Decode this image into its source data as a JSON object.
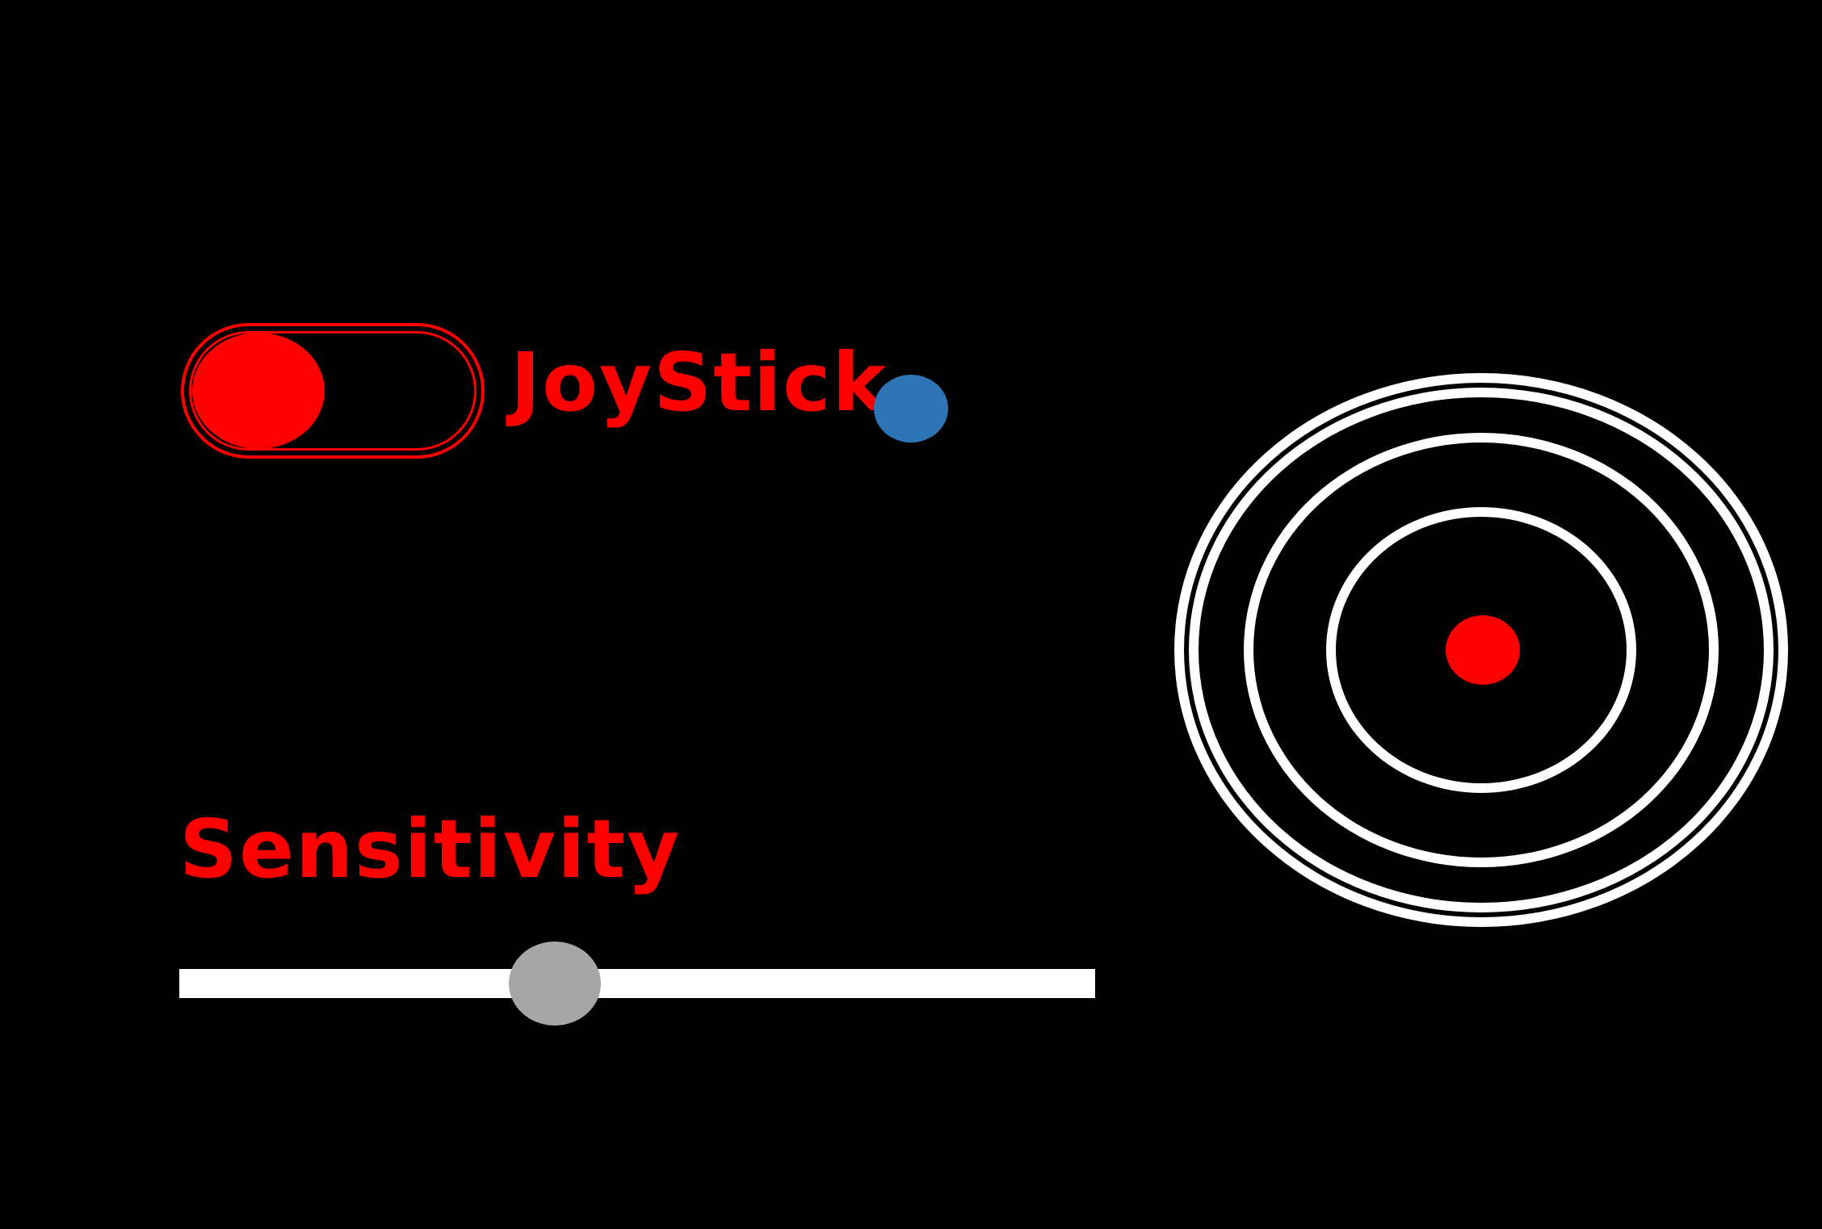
{
  "colors": {
    "background": "#000000",
    "accent": "#ff0000",
    "status_dot": "#2e75b6",
    "track": "#ffffff",
    "slider_knob": "#a6a6a6",
    "ring": "#ffffff"
  },
  "mode_toggle": {
    "label": "JoyStick",
    "state": "off"
  },
  "status_indicator": {
    "color": "#2e75b6"
  },
  "sensitivity": {
    "label": "Sensitivity",
    "value_fraction": 0.41
  },
  "joystick_pad": {
    "ring_count": 3,
    "knob_x": 0.0,
    "knob_y": 0.0
  }
}
